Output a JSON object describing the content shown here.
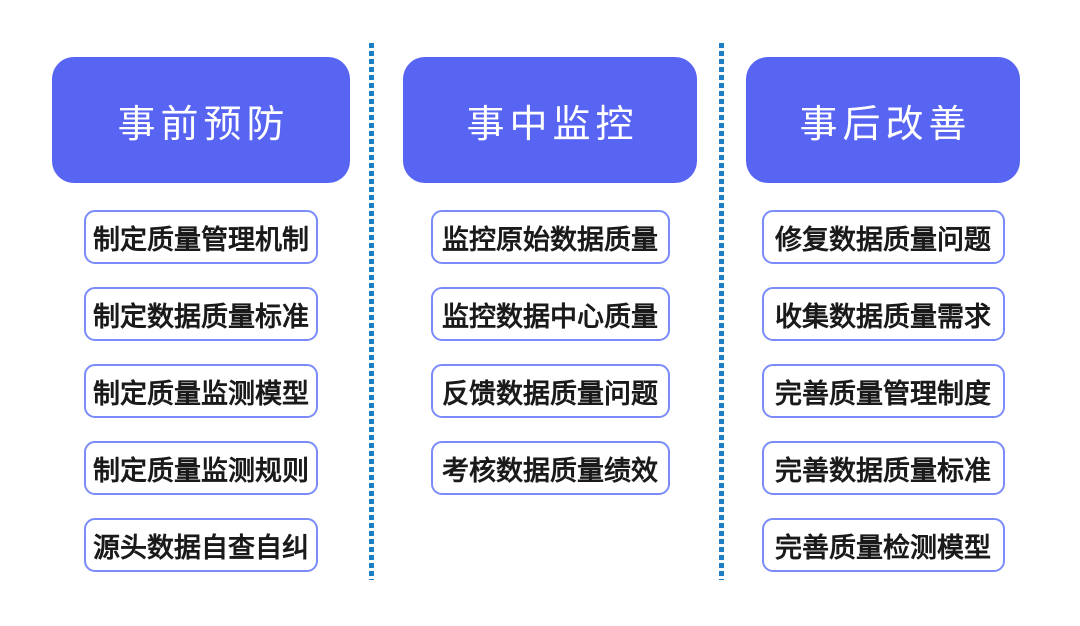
{
  "colors": {
    "header_bg": "#5865f2",
    "header_text": "#ffffff",
    "item_border": "#7b8cfa",
    "item_text": "#1a1a1a",
    "divider_dot": "#1d80c4",
    "page_bg": "#ffffff"
  },
  "columns": [
    {
      "title": "事前预防",
      "items": [
        "制定质量管理机制",
        "制定数据质量标准",
        "制定质量监测模型",
        "制定质量监测规则",
        "源头数据自查自纠"
      ]
    },
    {
      "title": "事中监控",
      "items": [
        "监控原始数据质量",
        "监控数据中心质量",
        "反馈数据质量问题",
        "考核数据质量绩效"
      ]
    },
    {
      "title": "事后改善",
      "items": [
        "修复数据质量问题",
        "收集数据质量需求",
        "完善质量管理制度",
        "完善数据质量标准",
        "完善质量检测模型"
      ]
    }
  ]
}
